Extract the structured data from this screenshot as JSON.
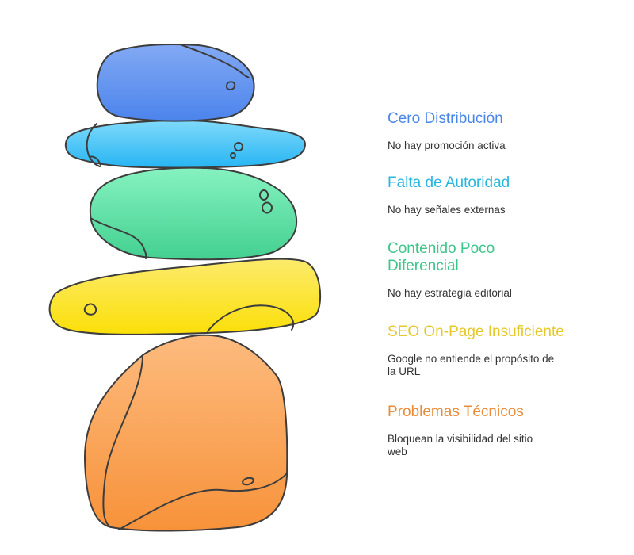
{
  "diagram": {
    "type": "stacked-stones",
    "items": [
      {
        "title": "Cero Distribución",
        "description": "No hay promoción activa",
        "color": "#4a86e8",
        "fill_top": "#7fa8f3",
        "fill_bottom": "#4f86ec"
      },
      {
        "title": "Falta de Autoridad",
        "description": "No hay señales externas",
        "color": "#28b6e0",
        "fill_top": "#7dd8fb",
        "fill_bottom": "#2ab8f4"
      },
      {
        "title": "Contenido Poco Diferencial",
        "title_line1": "Contenido Poco",
        "title_line2": "Diferencial",
        "description": "No hay estrategia editorial",
        "color": "#3ec58b",
        "fill_top": "#82f0bd",
        "fill_bottom": "#45d392"
      },
      {
        "title": "SEO On-Page Insuficiente",
        "description": "Google no entiende el propósito de la URL",
        "description_line1": "Google no entiende el propósito de",
        "description_line2": "la URL",
        "color": "#e6c82a",
        "fill_top": "#fbe965",
        "fill_bottom": "#fbe00d"
      },
      {
        "title": "Problemas Técnicos",
        "description": "Bloquean la visibilidad del sitio web",
        "description_line1": "Bloquean la visibilidad del sitio",
        "description_line2": "web",
        "color": "#e88c3a",
        "fill_top": "#fdb97a",
        "fill_bottom": "#f7943a"
      }
    ],
    "outline_color": "#3d3d3d"
  }
}
